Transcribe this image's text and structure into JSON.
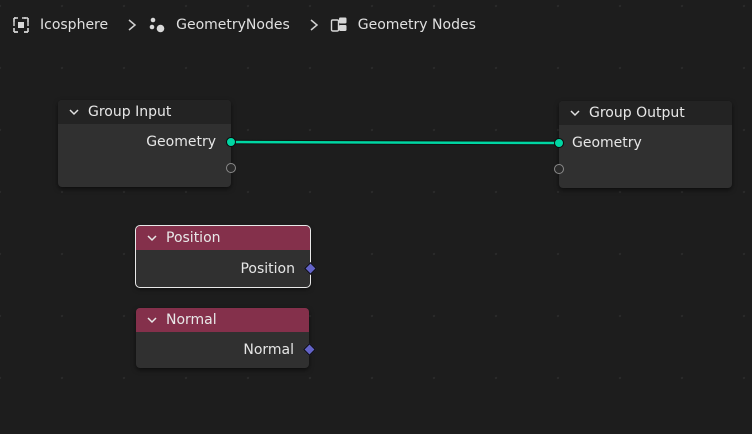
{
  "breadcrumb": {
    "items": [
      {
        "label": "Icosphere",
        "icon": "object-icon"
      },
      {
        "label": "GeometryNodes",
        "icon": "modifier-nodes-icon"
      },
      {
        "label": "Geometry Nodes",
        "icon": "node-tree-icon"
      }
    ]
  },
  "nodes": {
    "group_input": {
      "title": "Group Input",
      "outputs": [
        "Geometry"
      ]
    },
    "group_output": {
      "title": "Group Output",
      "inputs": [
        "Geometry"
      ]
    },
    "position": {
      "title": "Position",
      "outputs": [
        "Position"
      ]
    },
    "normal": {
      "title": "Normal",
      "outputs": [
        "Normal"
      ]
    }
  },
  "colors": {
    "geometry_socket": "#00d6a3",
    "vector_socket": "#6363c7",
    "attribute_header": "#84304b",
    "input_header": "#232323",
    "node_body": "#303030",
    "background": "#1d1d1d"
  }
}
